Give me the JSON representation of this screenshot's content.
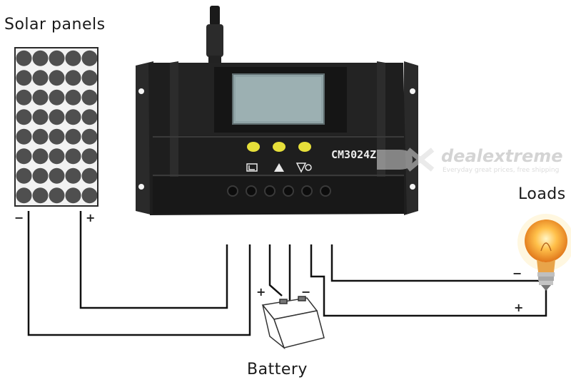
{
  "labels": {
    "solar_panels": "Solar panels",
    "loads": "Loads",
    "battery": "Battery"
  },
  "device": {
    "model": "CM3024Z"
  },
  "terminals": {
    "panel_negative": "−",
    "panel_positive": "+",
    "battery_positive": "+",
    "battery_negative": "−",
    "load_negative": "−",
    "load_positive": "+"
  },
  "watermark": {
    "brand": "dealextreme",
    "tagline": "Everyday great prices, free shipping"
  },
  "colors": {
    "device_body": "#1e1e1e",
    "device_frame": "#2e2e2e",
    "lcd": "#8fa3a6",
    "buttons": "#e6df3a",
    "panel_frame": "#2a2a2a",
    "panel_cell": "#505050",
    "wire": "#111111",
    "bulb_glow": "#f6a623"
  }
}
